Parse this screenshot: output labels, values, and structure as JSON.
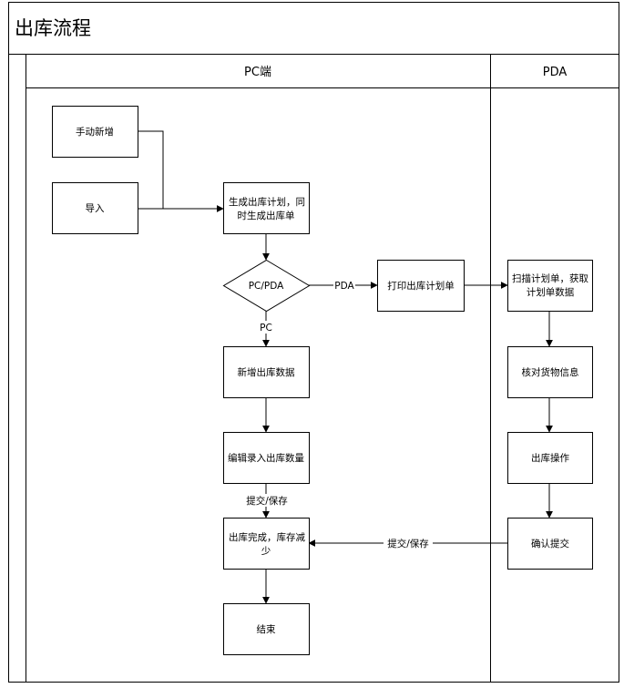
{
  "diagram": {
    "title": "出库流程",
    "lanes": {
      "pc": "PC端",
      "pda": "PDA"
    },
    "nodes": {
      "manual_add": "手动新增",
      "import": "导入",
      "gen_plan_line1": "生成出库计划，同",
      "gen_plan_line2": "时生成出库单",
      "decision": "PC/PDA",
      "print_plan": "打印出库计划单",
      "scan_line1": "扫描计划单，获取",
      "scan_line2": "计划单数据",
      "add_data": "新增出库数据",
      "check_goods": "核对货物信息",
      "edit_qty": "编辑录入出库数量",
      "outbound_op": "出库操作",
      "complete_line1": "出库完成，库存减",
      "complete_line2": "少",
      "confirm_submit": "确认提交",
      "end": "结束"
    },
    "edge_labels": {
      "pda": "PDA",
      "pc": "PC",
      "submit_save_pc": "提交/保存",
      "submit_save_pda": "提交/保存"
    }
  }
}
